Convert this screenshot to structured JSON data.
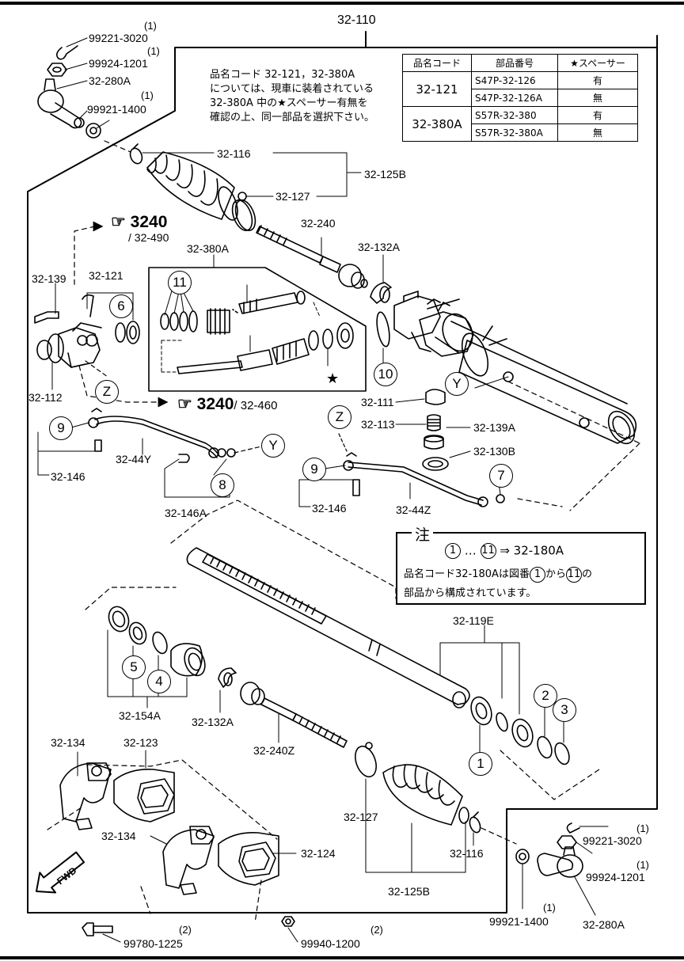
{
  "main_ref": "32-110",
  "note": {
    "lines": [
      "品名コード 32-121，32-380A",
      "については、現車に装着されている",
      "32-380A 中の★スペーサー有無を",
      "確認の上、同一部品を選択下さい。"
    ]
  },
  "table": {
    "headers": [
      "品名コード",
      "部品番号",
      "★スペーサー"
    ],
    "groups": [
      {
        "code": "32-121",
        "rows": [
          [
            "S47P-32-126",
            "有"
          ],
          [
            "S47P-32-126A",
            "無"
          ]
        ]
      },
      {
        "code": "32-380A",
        "rows": [
          [
            "S57R-32-380",
            "有"
          ],
          [
            "S57R-32-380A",
            "無"
          ]
        ]
      }
    ]
  },
  "notebox": {
    "heading": "注",
    "line1_from": "1",
    "line1_dots": "…",
    "line1_to": "11",
    "line1_arrow": "⇒ 32-180A",
    "line2_a": "品名コード32-180Aは図番",
    "line2_b": "1",
    "line2_c": "から",
    "line2_d": "11",
    "line2_e": "の",
    "line3": "部品から構成されています。"
  },
  "refs": {
    "r3240a": "3240",
    "r3240a_sub": "/ 32-490",
    "r3240b": "3240",
    "r3240b_sub": "/ 32-460"
  },
  "fwd_label": "FWD",
  "star": "★",
  "labels": {
    "l_99221_3020_top": "99221-3020",
    "q_99221_top": "(1)",
    "l_99924_1201_top": "99924-1201",
    "q_99924_top": "(1)",
    "l_32_280A_top": "32-280A",
    "l_99921_1400_top": "99921-1400",
    "q_99921_top": "(1)",
    "l_32_116_top": "32-116",
    "l_32_125B_top": "32-125B",
    "l_32_127_top": "32-127",
    "l_32_240": "32-240",
    "l_32_132A_top": "32-132A",
    "l_32_380A": "32-380A",
    "l_32_139": "32-139",
    "l_32_121": "32-121",
    "l_32_112": "32-112",
    "l_32_111": "32-111",
    "l_32_113": "32-113",
    "l_32_139A": "32-139A",
    "l_32_130B": "32-130B",
    "l_32_44Y": "32-44Y",
    "l_32_146_left": "32-146",
    "l_32_146A": "32-146A",
    "l_32_146_mid": "32-146",
    "l_32_44Z": "32-44Z",
    "l_32_119E": "32-119E",
    "l_32_154A": "32-154A",
    "l_32_132A_bot": "32-132A",
    "l_32_240Z": "32-240Z",
    "l_32_134_a": "32-134",
    "l_32_123": "32-123",
    "l_32_134_b": "32-134",
    "l_32_124": "32-124",
    "l_32_127_bot": "32-127",
    "l_32_125B_bot": "32-125B",
    "l_32_116_bot": "32-116",
    "l_99221_3020_bot": "99221-3020",
    "q_99221_bot": "(1)",
    "l_99924_1201_bot": "99924-1201",
    "q_99924_bot": "(1)",
    "l_99921_1400_bot": "99921-1400",
    "q_99921_bot": "(1)",
    "l_32_280A_bot": "32-280A",
    "l_99780_1225": "99780-1225",
    "q_99780": "(2)",
    "l_99940_1200": "99940-1200",
    "q_99940": "(2)"
  },
  "callouts": {
    "c6": "6",
    "c11": "11",
    "c10": "10",
    "c9a": "9",
    "c8": "8",
    "c9b": "9",
    "c7": "7",
    "c5": "5",
    "c4": "4",
    "c1": "1",
    "c2": "2",
    "c3": "3",
    "cZa": "Z",
    "cZb": "Z",
    "cYa": "Y",
    "cYb": "Y"
  }
}
